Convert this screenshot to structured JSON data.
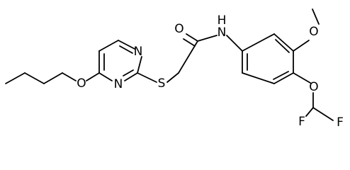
{
  "molecule": {
    "atom_labels": {
      "N_ring_upper": "N",
      "N_ring_lower": "N",
      "O_propoxy": "O",
      "S_thioether": "S",
      "O_carbonyl": "O",
      "N_amide": "N",
      "H_amide": "H",
      "O_methoxy": "O",
      "O_difluoromethoxy": "O",
      "F_left": "F",
      "F_right": "F"
    }
  }
}
